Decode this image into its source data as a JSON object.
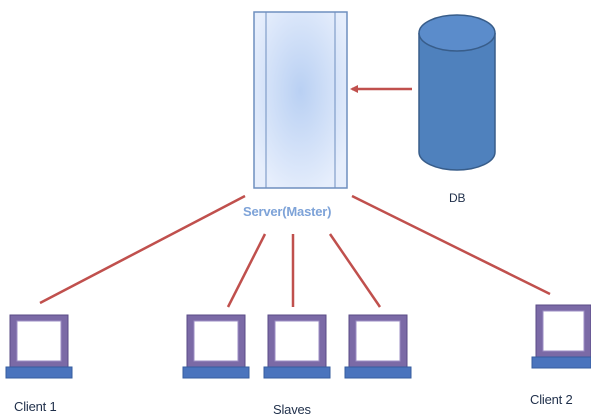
{
  "labels": {
    "server": "Server(Master)",
    "db": "DB",
    "client1": "Client 1",
    "client2": "Client 2",
    "slaves": "Slaves"
  },
  "colors": {
    "connector": "#c0504d",
    "db_fill": "#4f81bd",
    "db_stroke": "#385d8a",
    "server_fill": "#dbe5f8",
    "server_stroke": "#6f8fbf",
    "server_label": "#7ea3d8",
    "label_text": "#1f2f4a",
    "monitor_frame": "#7b6aa6",
    "screen": "#ffffff",
    "base": "#4a74bd"
  },
  "icons": {
    "server": "server-tower-icon",
    "database": "database-cylinder-icon",
    "computer": "laptop-computer-icon"
  },
  "nodes": {
    "server": {
      "label": "Server(Master)"
    },
    "database": {
      "label": "DB"
    },
    "clients": [
      "Client 1",
      "Client 2"
    ],
    "slaves": {
      "label": "Slaves",
      "count": 3
    }
  }
}
